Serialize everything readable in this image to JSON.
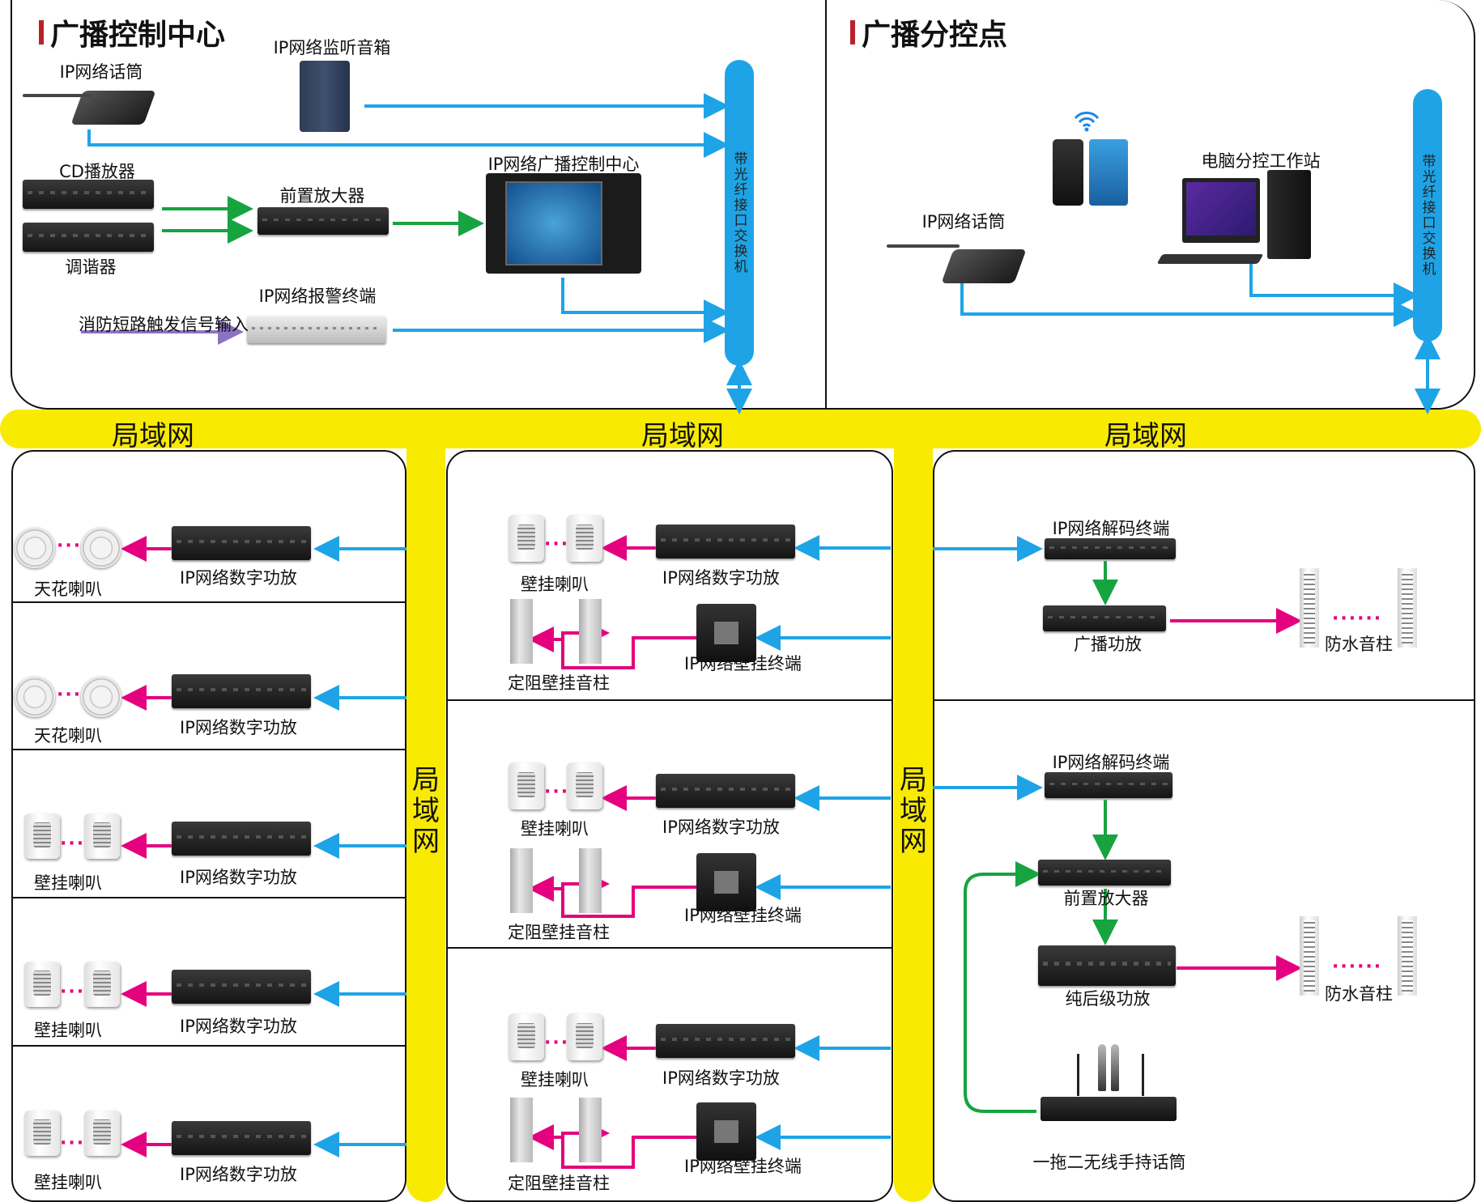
{
  "control_center": {
    "title": "广播控制中心"
  },
  "sub_point": {
    "title": "广播分控点"
  },
  "switch_label": "带光纤接口交换机",
  "lan_label": "局域网",
  "top_labels": {
    "monitor_speaker": "IP网络监听音箱",
    "mic": "IP网络话筒",
    "cd": "CD播放器",
    "tuner": "调谐器",
    "preamp": "前置放大器",
    "center": "IP网络广播控制中心",
    "alarm": "IP网络报警终端",
    "fire_input": "消防短路触发信号输入",
    "sub_mic": "IP网络话筒",
    "pc_station": "电脑分控工作站"
  },
  "left_zones": [
    {
      "speaker": "天花喇叭",
      "amp": "IP网络数字功放",
      "speaker_type": "ceiling"
    },
    {
      "speaker": "天花喇叭",
      "amp": "IP网络数字功放",
      "speaker_type": "ceiling"
    },
    {
      "speaker": "壁挂喇叭",
      "amp": "IP网络数字功放",
      "speaker_type": "wall"
    },
    {
      "speaker": "壁挂喇叭",
      "amp": "IP网络数字功放",
      "speaker_type": "wall"
    },
    {
      "speaker": "壁挂喇叭",
      "amp": "IP网络数字功放",
      "speaker_type": "wall"
    }
  ],
  "mid_zones": [
    {
      "speaker": "壁挂喇叭",
      "amp": "IP网络数字功放",
      "column": "定阻壁挂音柱",
      "terminal": "IP网络壁挂终端"
    },
    {
      "speaker": "壁挂喇叭",
      "amp": "IP网络数字功放",
      "column": "定阻壁挂音柱",
      "terminal": "IP网络壁挂终端"
    },
    {
      "speaker": "壁挂喇叭",
      "amp": "IP网络数字功放",
      "column": "定阻壁挂音柱",
      "terminal": "IP网络壁挂终端"
    }
  ],
  "right_zone1": {
    "decoder": "IP网络解码终端",
    "amp": "广播功放",
    "speaker": "防水音柱"
  },
  "right_zone2": {
    "decoder": "IP网络解码终端",
    "preamp": "前置放大器",
    "amp": "纯后级功放",
    "speaker": "防水音柱",
    "mic": "一拖二无线手持话筒"
  },
  "colors": {
    "network": "#1ea4e6",
    "audio": "#e4007f",
    "analog": "#17a340",
    "trigger": "#8a73c0",
    "lan": "#f8ea00",
    "accent": "#b8222a"
  }
}
